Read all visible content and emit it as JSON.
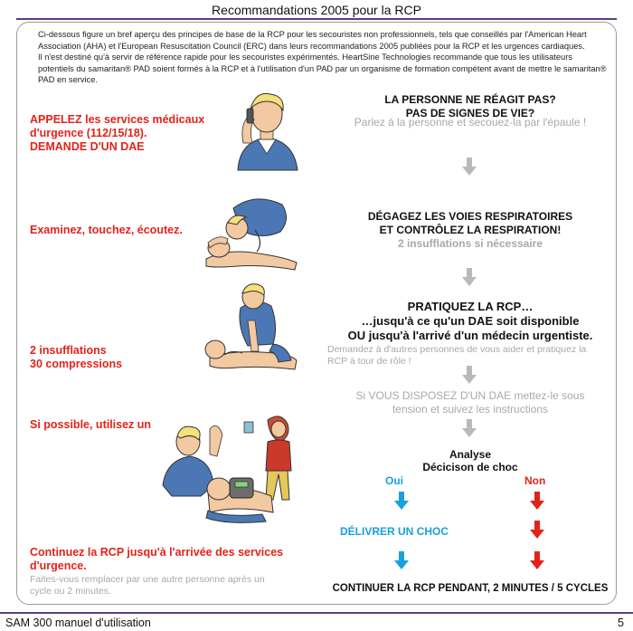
{
  "header": {
    "title": "Recommandations 2005 pour la RCP"
  },
  "intro": {
    "p1": "Ci-dessous figure un bref aperçu des principes de base de la RCP pour les secouristes non professionnels, tels que conseillés par l'American Heart Association (AHA) et l'European Resuscitation Council (ERC) dans leurs recommandations 2005 publiées pour la RCP et les urgences cardiaques.",
    "p2": "Il n'est destiné qu'à servir de référence rapide pour les secouristes expérimentés. HeartSine Technologies recommande que tous les utilisateurs potentiels du samaritan® PAD soient formés à la RCP et à l'utilisation d'un PAD par un organisme de formation compétent avant de mettre le samaritan® PAD en service."
  },
  "left": {
    "step1_line1": "APPELEZ les services médicaux",
    "step1_line2": "d'urgence (112/15/18).",
    "step1_line3": "DEMANDE D'UN DAE",
    "step2": "Examinez, touchez, écoutez.",
    "step3_line1": "2 insufflations",
    "step3_line2": "30 compressions",
    "step4": "Si possible, utilisez un",
    "step5_line1": "Continuez la RCP jusqu'à l'arrivée des services",
    "step5_line2": "d'urgence.",
    "step5_note_line1": "Faites-vous remplacer par une autre personne après un",
    "step5_note_line2": "cycle ou 2 minutes."
  },
  "center": {
    "b1_line1": "LA PERSONNE NE RÉAGIT PAS?",
    "b1_line2": "PAS DE SIGNES DE VIE?",
    "b1_note": "Parlez à la personne et secouez-la par l'épaule !",
    "b2_line1": "DÉGAGEZ LES VOIES RESPIRATOIRES",
    "b2_line2": "ET CONTRÔLEZ LA RESPIRATION!",
    "b2_note": "2 insufflations si nécessaire",
    "b3_line1": "PRATIQUEZ LA RCP…",
    "b3_line2": "…jusqu'à ce qu'un DAE soit disponible",
    "b3_line3": "OU jusqu'à l'arrivé d'un médecin urgentiste.",
    "b3_note_line1": "Demandez à d'autres personnes de vous aider et pratiquez la",
    "b3_note_line2": "RCP à tour de rôle !",
    "b4_line1": "Si VOUS DISPOSEZ D'UN DAE mettez-le sous",
    "b4_line2": "tension et suivez les instructions",
    "b5_line1": "Analyse",
    "b5_line2": "Décicison de choc",
    "oui": "Oui",
    "non": "Non",
    "shock": "DÉLIVRER UN CHOC",
    "final": "CONTINUER LA RCP PENDANT, 2 MINUTES / 5 CYCLES"
  },
  "footer": {
    "left": "SAM 300 manuel d'utilisation",
    "right": "5"
  },
  "colors": {
    "red": "#e2231a",
    "blue": "#1aa0dc",
    "gray_arrow": "#b9b9b9",
    "purple": "#5a3d8c"
  },
  "illustrations": [
    "phone-caller-illustration",
    "airway-check-illustration",
    "cpr-illustration",
    "aed-use-illustration"
  ]
}
